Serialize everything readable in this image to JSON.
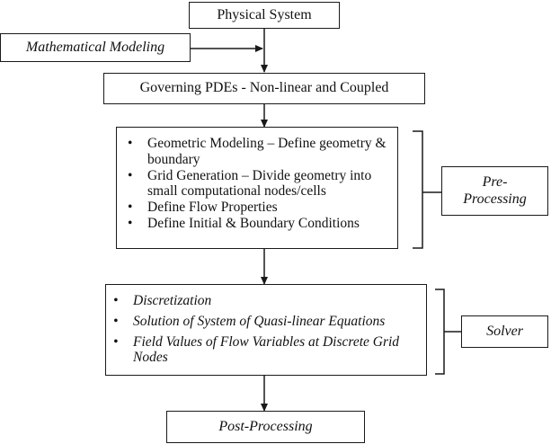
{
  "physical_system": "Physical System",
  "math_modeling": "Mathematical Modeling",
  "governing": "Governing PDEs - Non-linear and Coupled",
  "preprocessing": {
    "items": [
      "Geometric Modeling – Define geometry & boundary",
      "Grid Generation – Divide geometry into small computational nodes/cells",
      "Define Flow Properties",
      "Define Initial & Boundary Conditions"
    ],
    "label_line1": "Pre-",
    "label_line2": "Processing"
  },
  "solver": {
    "items": [
      "Discretization",
      "Solution of System of Quasi-linear Equations",
      "Field Values of Flow Variables at Discrete Grid Nodes"
    ],
    "label": "Solver"
  },
  "post_processing": "Post-Processing"
}
